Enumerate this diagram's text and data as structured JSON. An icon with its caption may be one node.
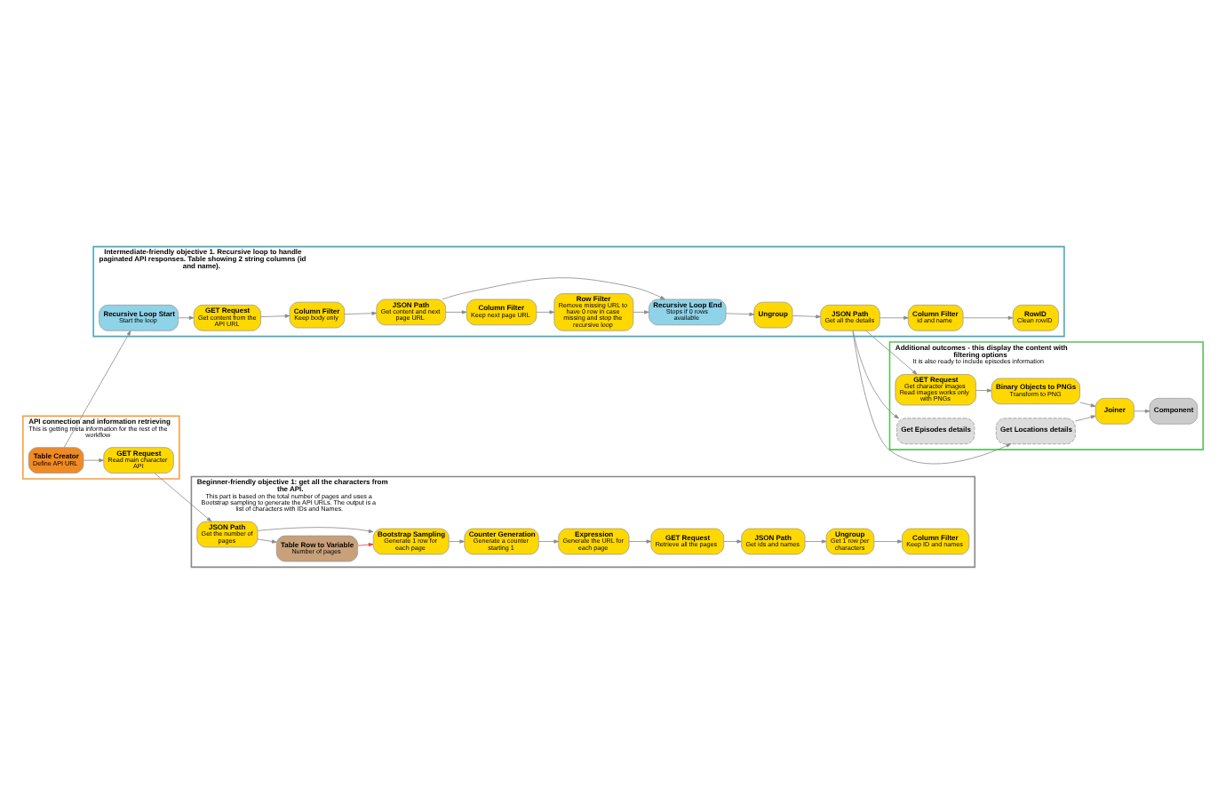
{
  "diagram": {
    "nodes": [
      {
        "text": [
          "API connection and information retrieving",
          "This is getting meta information for the rest of the workflow"
        ]
      },
      {
        "text": [
          "Table Creator",
          "Define API URL"
        ],
        "in": 0
      },
      {
        "text": [
          "GET Request",
          "Read main character API"
        ],
        "in": 0
      },
      {
        "text": [
          "Beginner-friendly objective 1: get all the characters from the API.",
          "This part is based on the total number of pages and uses a Bootstrap sampling to generate the API URLs. The output is a list of characters with IDs and Names."
        ]
      },
      {
        "text": [
          "JSON Path",
          "Get the number of pages"
        ],
        "in": 3
      },
      {
        "text": [
          "Table Row to Variable",
          "Number of pages"
        ],
        "in": 3
      },
      {
        "text": [
          "Bootstrap Sampling",
          "Generate 1 row for each page"
        ],
        "in": 3
      },
      {
        "text": [
          "Counter Generation",
          "Generate a counter starting 1"
        ],
        "in": 3
      },
      {
        "text": [
          "Expression",
          "Generate the URL for each page"
        ],
        "in": 3
      },
      {
        "text": [
          "GET Request",
          "Retrieve all the pages"
        ],
        "in": 3
      },
      {
        "text": [
          "JSON Path",
          "Get ids and names"
        ],
        "in": 3
      },
      {
        "text": [
          "Ungroup",
          "Get 1 row per characters"
        ],
        "in": 3
      },
      {
        "text": [
          "Column Filter",
          "Keep ID and names"
        ],
        "in": 3
      },
      {
        "text": [
          "Intermediate-friendly objective 1. Recursive loop to handle paginated API responses. Table showing 2 string columns (id and name)."
        ]
      },
      {
        "text": [
          "Recursive Loop Start",
          "Start the loop"
        ],
        "in": 13
      },
      {
        "text": [
          "GET Request",
          "Get content from the API URL"
        ],
        "in": 13
      },
      {
        "text": [
          "Column Filter",
          "Keep body only"
        ],
        "in": 13
      },
      {
        "text": [
          "JSON Path",
          "Get content and next page URL"
        ],
        "in": 13
      },
      {
        "text": [
          "Column Filter",
          "Keep next page URL"
        ],
        "in": 13
      },
      {
        "text": [
          "Row Filter",
          "Remove missing URL to have 0 row in case missing and stop the recursive loop"
        ],
        "in": 13
      },
      {
        "text": [
          "Recursive Loop End",
          "Stops if 0 rows available"
        ],
        "in": 13
      },
      {
        "text": [
          "Ungroup"
        ],
        "in": 13
      },
      {
        "text": [
          "JSON Path",
          "Get all the details"
        ],
        "in": 13
      },
      {
        "text": [
          "Column Filter",
          "id and name"
        ],
        "in": 13
      },
      {
        "text": [
          "RowID",
          "Clean rowID"
        ],
        "in": 13
      },
      {
        "text": [
          "Additional outcomes - this display the content with filtering options",
          "It is also ready to include episodes information"
        ]
      },
      {
        "text": [
          "GET Request",
          "Get character images Read images works only with PNGs"
        ],
        "in": 25
      },
      {
        "text": [
          "Binary Objects to PNGs",
          "Transform to PNG"
        ],
        "in": 25
      },
      {
        "text": [
          "Get Locations details"
        ],
        "in": 25
      },
      {
        "text": [
          "Get Episodes details"
        ],
        "in": 25
      },
      {
        "text": [
          "Joiner"
        ],
        "in": 25
      },
      {
        "text": [
          "Component"
        ],
        "in": 25
      }
    ],
    "edges": [
      {
        "from": 1,
        "to": 2,
        "arrow": "to"
      },
      {
        "from": 2,
        "to": 4,
        "arrow": "to"
      },
      {
        "from": 4,
        "to": 5,
        "arrow": "to"
      },
      {
        "from": 4,
        "to": 6,
        "arrow": "to"
      },
      {
        "from": 5,
        "to": 6,
        "arrow": "to",
        "color": "#e04040"
      },
      {
        "from": 6,
        "to": 7,
        "arrow": "to"
      },
      {
        "from": 7,
        "to": 8,
        "arrow": "to"
      },
      {
        "from": 8,
        "to": 9,
        "arrow": "to"
      },
      {
        "from": 9,
        "to": 10,
        "arrow": "to"
      },
      {
        "from": 10,
        "to": 11,
        "arrow": "to"
      },
      {
        "from": 11,
        "to": 12,
        "arrow": "to"
      },
      {
        "from": 1,
        "to": 14,
        "arrow": "to"
      },
      {
        "from": 14,
        "to": 15,
        "arrow": "to"
      },
      {
        "from": 15,
        "to": 16,
        "arrow": "to"
      },
      {
        "from": 16,
        "to": 17,
        "arrow": "to"
      },
      {
        "from": 17,
        "to": 20,
        "arrow": "to"
      },
      {
        "from": 17,
        "to": 18,
        "arrow": "to"
      },
      {
        "from": 18,
        "to": 19,
        "arrow": "to"
      },
      {
        "from": 19,
        "to": 20,
        "arrow": "to"
      },
      {
        "from": 20,
        "to": 21,
        "arrow": "to"
      },
      {
        "from": 21,
        "to": 22,
        "arrow": "to"
      },
      {
        "from": 22,
        "to": 23,
        "arrow": "to"
      },
      {
        "from": 23,
        "to": 24,
        "arrow": "to"
      },
      {
        "from": 22,
        "to": 26,
        "arrow": "to"
      },
      {
        "from": 22,
        "to": 28,
        "arrow": "to"
      },
      {
        "from": 22,
        "to": 29,
        "arrow": "to"
      },
      {
        "from": 26,
        "to": 27,
        "arrow": "to"
      },
      {
        "from": 27,
        "to": 30,
        "arrow": "to"
      },
      {
        "from": 28,
        "to": 30,
        "arrow": "to"
      },
      {
        "from": 30,
        "to": 31,
        "arrow": "to"
      }
    ]
  }
}
